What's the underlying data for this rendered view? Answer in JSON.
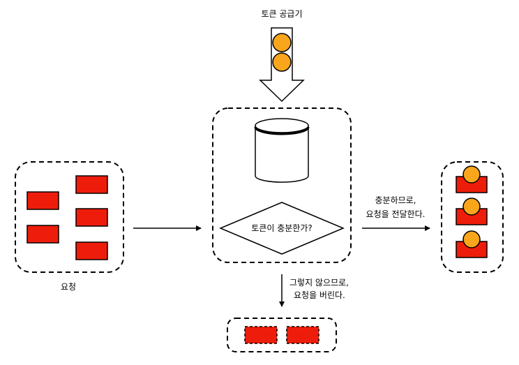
{
  "labels": {
    "token_supplier": "토큰 공급기",
    "decision": "토큰이 충분한가?",
    "requests": "요청",
    "yes_line1": "충분하므로,",
    "yes_line2": "요청을 전달한다.",
    "no_line1": "그렇지 않으므로,",
    "no_line2": "요청을 버린다."
  },
  "colors": {
    "request": "#ee1d0b",
    "token": "#f9a61c",
    "stroke": "#000000"
  }
}
